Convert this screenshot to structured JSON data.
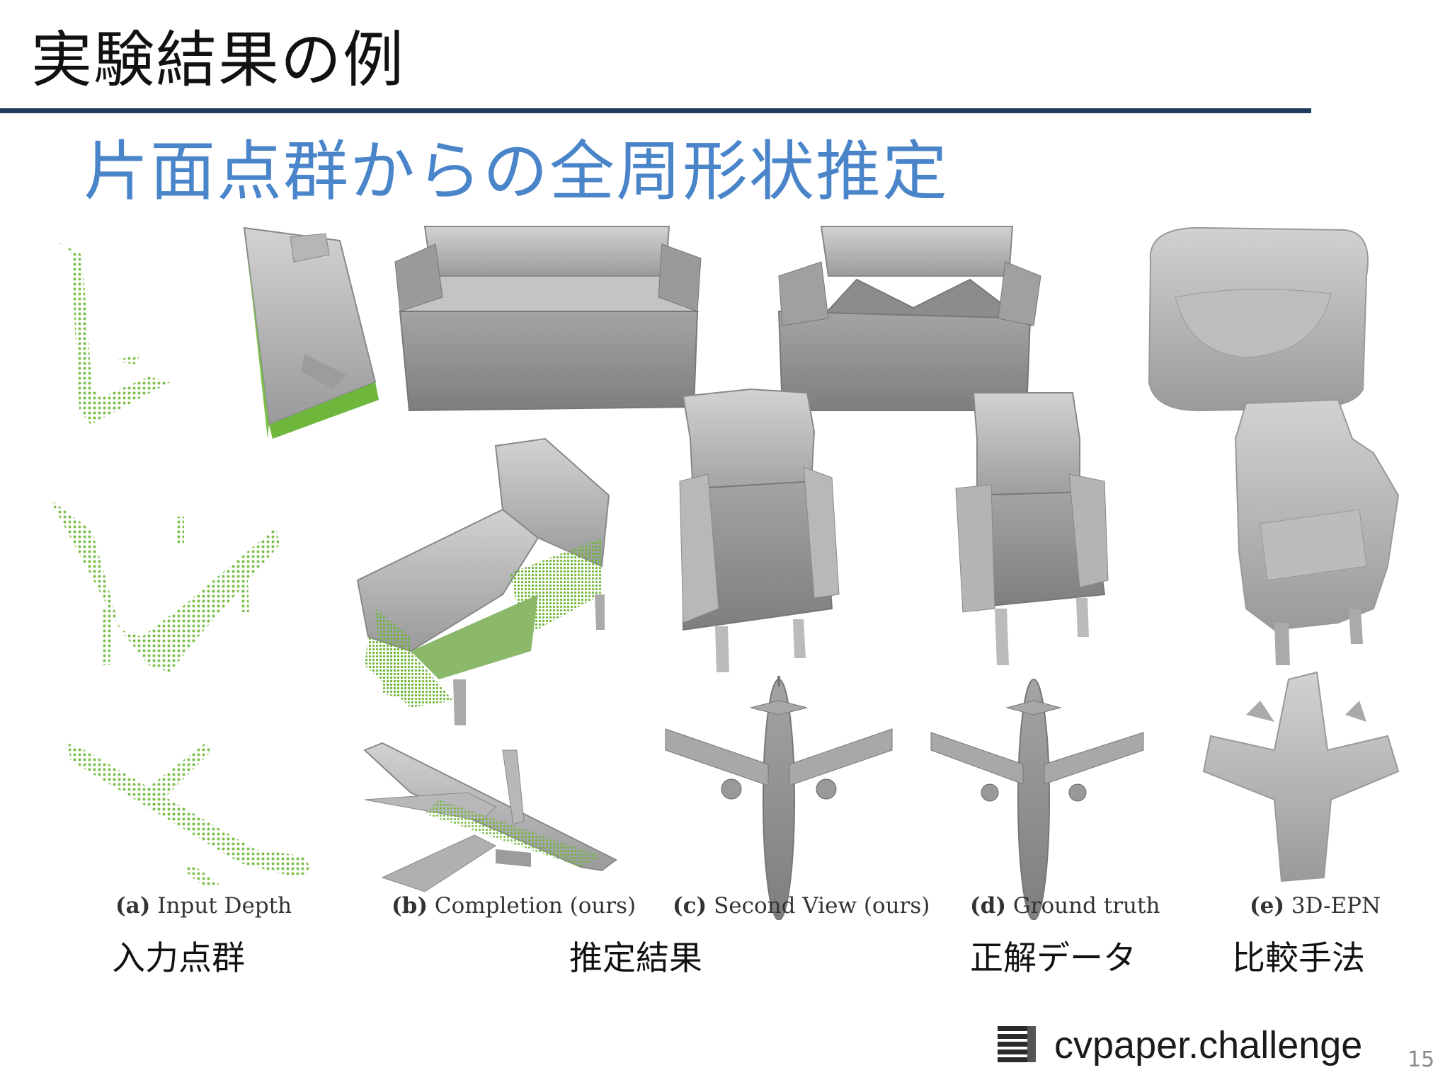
{
  "slide": {
    "title": "実験結果の例",
    "subtitle": "片面点群からの全周形状推定",
    "page_number": "15"
  },
  "figure": {
    "captions": [
      {
        "tag": "(a)",
        "text": " Input Depth"
      },
      {
        "tag": "(b)",
        "text": " Completion (ours)"
      },
      {
        "tag": "(c)",
        "text": " Second View (ours)"
      },
      {
        "tag": "(d)",
        "text": " Ground truth"
      },
      {
        "tag": "(e)",
        "text": " 3D-EPN"
      }
    ],
    "labels": [
      "入力点群",
      "推定結果",
      "正解データ",
      "比較手法"
    ]
  },
  "logo": {
    "text": "cvpaper.challenge",
    "icon": "stacked-layers-icon"
  },
  "colors": {
    "title_rule": "#1f3a5f",
    "subtitle": "#4a84c9",
    "point_cloud": "#7cc04a",
    "mesh": "#a8a8aa"
  }
}
